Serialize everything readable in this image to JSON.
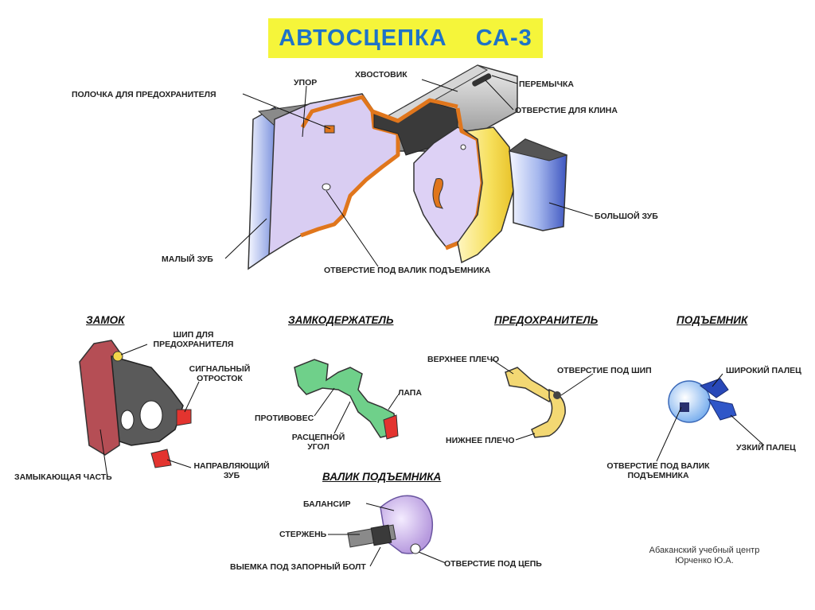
{
  "title": "АВТОСЦЕПКА    СА-3",
  "main_labels": {
    "polochka": "ПОЛОЧКА ДЛЯ ПРЕДОХРАНИТЕЛЯ",
    "upor": "УПОР",
    "khvostovik": "ХВОСТОВИК",
    "peremychka": "ПЕРЕМЫЧКА",
    "otverstie_klin": "ОТВЕРСТИЕ ДЛЯ КЛИНА",
    "bolshoy_zub": "БОЛЬШОЙ ЗУБ",
    "malyy_zub": "МАЛЫЙ ЗУБ",
    "otverstie_valik": "ОТВЕРСТИЕ ПОД ВАЛИК ПОДЪЕМНИКА"
  },
  "sections": {
    "zamok": {
      "title": "ЗАМОК",
      "ship_line1": "ШИП ДЛЯ",
      "ship_line2": "ПРЕДОХРАНИТЕЛЯ",
      "signal_line1": "СИГНАЛЬНЫЙ",
      "signal_line2": "ОТРОСТОК",
      "zamykayushchaya": "ЗАМЫКАЮЩАЯ ЧАСТЬ",
      "napravl_line1": "НАПРАВЛЯЮЩИЙ",
      "napravl_line2": "ЗУБ"
    },
    "zamkoderzhatel": {
      "title": "ЗАМКОДЕРЖАТЕЛЬ",
      "protivoves": "ПРОТИВОВЕС",
      "lapa": "ЛАПА",
      "rastsep_line1": "РАСЦЕПНОЙ",
      "rastsep_line2": "УГОЛ"
    },
    "predokhranitel": {
      "title": "ПРЕДОХРАНИТЕЛЬ",
      "verkhnee": "ВЕРХНЕЕ ПЛЕЧО",
      "otverstie_ship": "ОТВЕРСТИЕ ПОД ШИП",
      "nizhnee": "НИЖНЕЕ ПЛЕЧО"
    },
    "podemnik": {
      "title": "ПОДЪЕМНИК",
      "shirokiy": "ШИРОКИЙ ПАЛЕЦ",
      "uzkiy": "УЗКИЙ ПАЛЕЦ",
      "otv_line1": "ОТВЕРСТИЕ ПОД ВАЛИК",
      "otv_line2": "ПОДЪЕМНИКА"
    },
    "valik": {
      "title": "ВАЛИК ПОДЪЕМНИКА",
      "balansir": "БАЛАНСИР",
      "sterzhen": "СТЕРЖЕНЬ",
      "vyemka": "ВЫЕМКА ПОД ЗАПОРНЫЙ БОЛТ",
      "otverstie_tsep": "ОТВЕРСТИЕ ПОД ЦЕПЬ"
    }
  },
  "credit": {
    "line1": "Абаканский учебный центр",
    "line2": "Юрченко Ю.А."
  },
  "colors": {
    "title_bg": "#f5f53a",
    "title_text": "#1f73c7",
    "body_lilac": "#d8ccf0",
    "orange_outline": "#e0761c",
    "zamok_red": "#b54e55",
    "zamkoderzhatel_green": "#6fd08a",
    "predokhranitel_yellow": "#f3d873",
    "podemnik_blue": "#a9cdf5",
    "valik_violet": "#d7c3ef"
  }
}
